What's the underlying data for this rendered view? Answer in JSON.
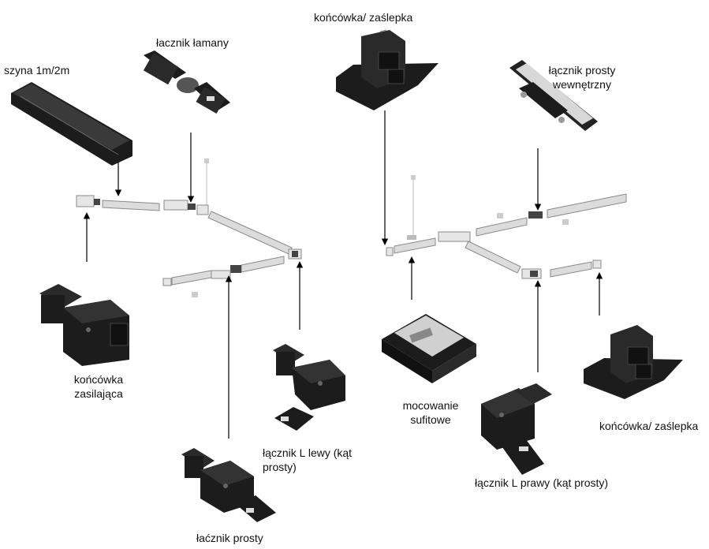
{
  "colors": {
    "part_dark": "#1c1c1c",
    "part_mid": "#3a3a3a",
    "rail_light": "#dcdcdc",
    "rail_edge": "#8a8a8a",
    "arrow": "#000000"
  },
  "labels": {
    "szyna": "szyna 1m/2m",
    "lacznik_lamany": "łacznik łamany",
    "koncowka_zaslepka_top": "końcówka/ zaślepka",
    "lacznik_prosty_wew_1": "łącznik prosty",
    "lacznik_prosty_wew_2": "wewnętrzny",
    "koncowka_zasilajaca_1": "końcówka",
    "koncowka_zasilajaca_2": "zasilająca",
    "mocowanie_1": "mocowanie",
    "mocowanie_2": "sufitowe",
    "koncowka_zaslepka_bottom": "końcówka/ zaślepka",
    "lacznik_l_lewy_1": "łącznik L lewy (kąt",
    "lacznik_l_lewy_2": "prosty)",
    "lacznik_l_prawy": "łącznik L prawy (kąt prosty)",
    "lacznik_prosty": "łaćznik prosty"
  },
  "icons": [
    "rail-icon",
    "flexible-connector-icon",
    "end-cap-icon",
    "internal-straight-connector-icon",
    "live-end-feed-icon",
    "ceiling-mount-icon",
    "l-connector-left-icon",
    "l-connector-right-icon",
    "straight-connector-icon"
  ]
}
